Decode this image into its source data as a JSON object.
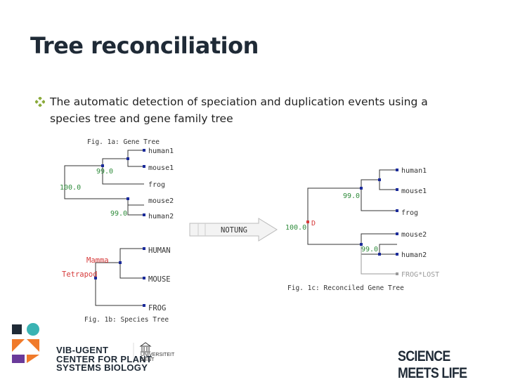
{
  "slide": {
    "title": "Tree reconciliation",
    "bullet": "The automatic detection of speciation and duplication events using a species tree and gene family tree"
  },
  "gene_tree": {
    "caption": "Fig. 1a: Gene Tree",
    "leaves": [
      "human1",
      "mouse1",
      "frog",
      "mouse2",
      "human2"
    ],
    "bootstrap": [
      "99.0",
      "100.0",
      "99.0"
    ]
  },
  "species_tree": {
    "caption": "Fig. 1b: Species Tree",
    "leaves": [
      "HUMAN",
      "MOUSE",
      "FROG"
    ],
    "internal": [
      "Mamma",
      "Tetrapod"
    ]
  },
  "arrow": {
    "label": "NOTUNG"
  },
  "reconciled_tree": {
    "caption": "Fig. 1c: Reconciled Gene Tree",
    "leaves": [
      "human1",
      "mouse1",
      "frog",
      "mouse2",
      "human2",
      "FROG*LOST"
    ],
    "labels": [
      "99.0",
      "100.0",
      "D",
      "99.0"
    ]
  },
  "footer": {
    "vib_lines": [
      "VIB-UGENT",
      "CENTER FOR PLANT",
      "SYSTEMS BIOLOGY"
    ],
    "ugent_lines": [
      "UNIVERSITEIT",
      "GENT"
    ],
    "tagline": "SCIENCE MEETS LIFE"
  },
  "colors": {
    "title": "#1f2a36",
    "node": "#1a2a9a",
    "bootstrap": "#2e8b3a",
    "duplication": "#d63a3a",
    "lost": "#9a9a9a",
    "bullet": "#8aaa3a",
    "logo_orange": "#f07a2a",
    "logo_teal": "#3ab3b3",
    "logo_purple": "#6a3a9a"
  }
}
